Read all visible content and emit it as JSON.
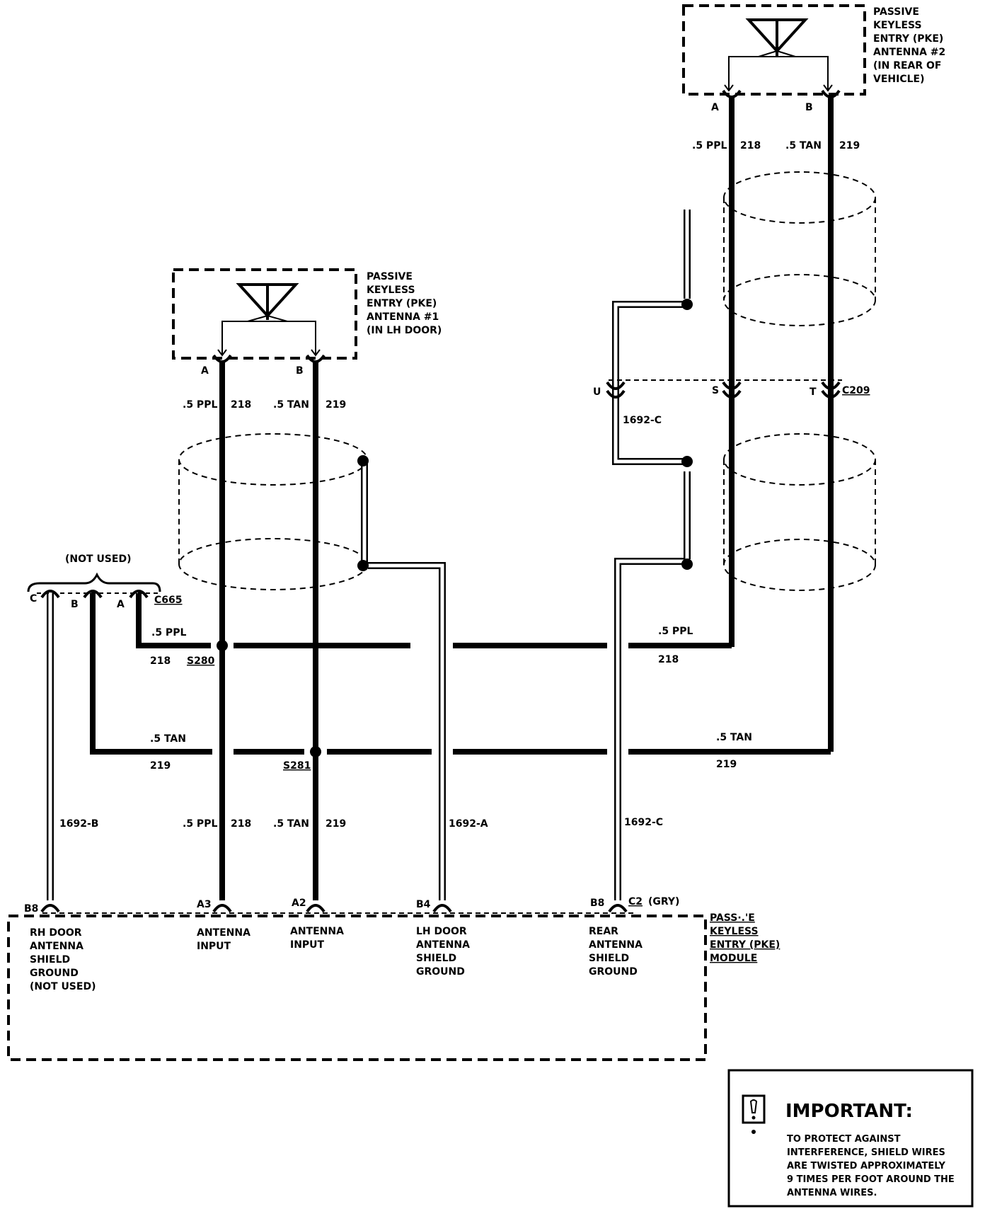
{
  "components": {
    "antenna2": {
      "lines": [
        "PASSIVE",
        "KEYLESS",
        "ENTRY (PKE)",
        "ANTENNA #2",
        "(IN REAR OF",
        "VEHICLE)"
      ]
    },
    "antenna1": {
      "lines": [
        "PASSIVE",
        "KEYLESS",
        "ENTRY (PKE)",
        "ANTENNA #1",
        "(IN LH DOOR)"
      ]
    },
    "module": {
      "lines": [
        "PASS·.'E",
        "KEYLESS",
        "ENTRY (PKE)",
        "MODULE"
      ]
    }
  },
  "pins": {
    "ant2_a": "A",
    "ant2_b": "B",
    "ant1_a": "A",
    "ant1_b": "B",
    "c209_u": "U",
    "c209_s": "S",
    "c209_t": "T",
    "c665_c": "C",
    "c665_b": "B",
    "c665_a": "A",
    "mod_b8_left": "B8",
    "mod_a3": "A3",
    "mod_a2": "A2",
    "mod_b4": "B4",
    "mod_b8_right": "B8"
  },
  "connectors": {
    "c209": "C209",
    "c665": "C665",
    "c2": "C2",
    "c2_color": "(GRY)",
    "not_used": "(NOT USED)"
  },
  "splices": {
    "s280": "S280",
    "s281": "S281"
  },
  "wires": {
    "ppl": ".5 PPL",
    "tan": ".5 TAN",
    "c218": "218",
    "c219": "219",
    "w1692a": "1692-A",
    "w1692b": "1692-B",
    "w1692c": "1692-C"
  },
  "terminals": {
    "rh_door": [
      "RH DOOR",
      "ANTENNA",
      "SHIELD",
      "GROUND",
      "(NOT USED)"
    ],
    "antenna_input": [
      "ANTENNA",
      "INPUT"
    ],
    "lh_door": [
      "LH DOOR",
      "ANTENNA",
      "SHIELD",
      "GROUND"
    ],
    "rear": [
      "REAR",
      "ANTENNA",
      "SHIELD",
      "GROUND"
    ]
  },
  "important": {
    "title": "IMPORTANT:",
    "lines": [
      "TO PROTECT AGAINST",
      "INTERFERENCE, SHIELD WIRES",
      "ARE TWISTED APPROXIMATELY",
      "9 TIMES PER FOOT AROUND THE",
      "ANTENNA WIRES."
    ]
  }
}
